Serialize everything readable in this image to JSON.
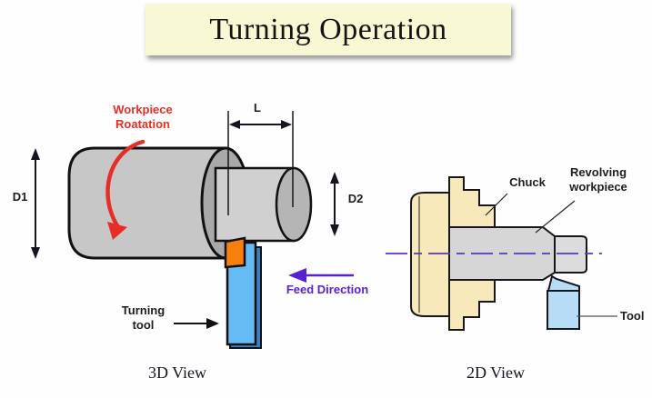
{
  "title": "Turning Operation",
  "view3d": {
    "caption": "3D View",
    "labels": {
      "rotation": "Workpiece\nRoatation",
      "d1": "D1",
      "d2": "D2",
      "length": "L",
      "feed": "Feed Direction",
      "turning_tool": "Turning\ntool"
    }
  },
  "view2d": {
    "caption": "2D View",
    "labels": {
      "chuck": "Chuck",
      "revolving_workpiece": "Revolving\nworkpiece",
      "tool": "Tool"
    }
  },
  "colors": {
    "title_bg": "#f9f8d4",
    "rotation_red": "#e62e26",
    "feed_purple": "#5a21d4",
    "centerline_purple": "#5a33cf",
    "insert_orange": "#f77f0e",
    "tool_blue_face": "#66bbf5",
    "tool_blue_side": "#3c7fc1",
    "tool_blue_2d": "#b7dcf5",
    "chuck_cream": "#f7e9b9",
    "workpiece_gray": "#d6d6d6"
  }
}
